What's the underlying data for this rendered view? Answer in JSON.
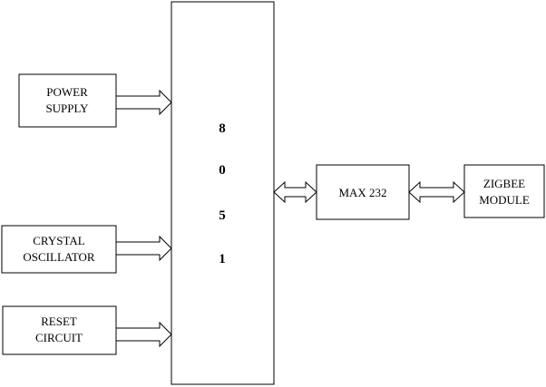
{
  "blocks": {
    "power_supply": [
      "POWER",
      "SUPPLY"
    ],
    "crystal_oscillator": [
      "CRYSTAL",
      "OSCILLATOR"
    ],
    "reset_circuit": [
      "RESET",
      "CIRCUIT"
    ],
    "microcontroller": [
      "8",
      "0",
      "5",
      "1"
    ],
    "max232": "MAX 232",
    "zigbee": [
      "ZIGBEE",
      "MODULE"
    ]
  }
}
